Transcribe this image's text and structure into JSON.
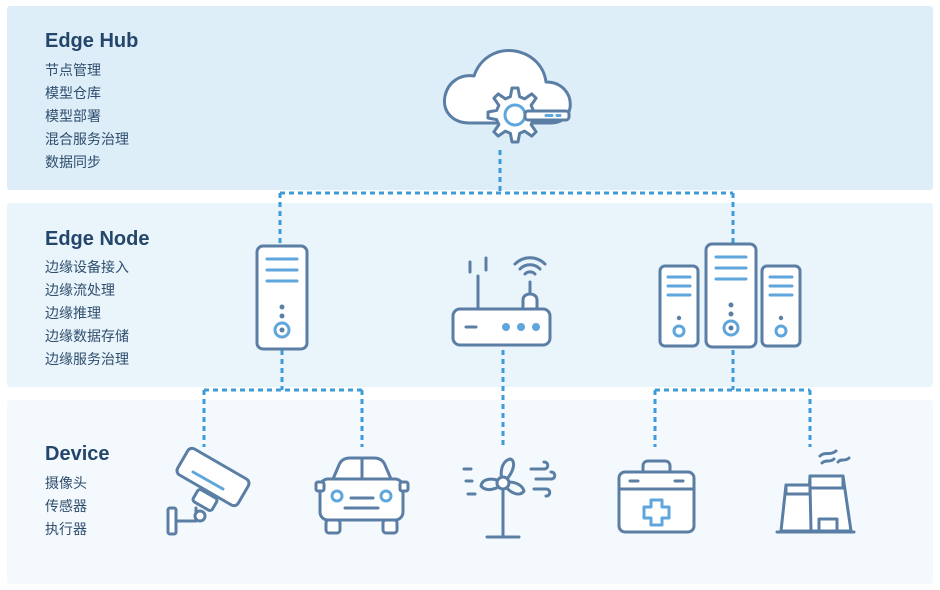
{
  "layers": {
    "hub": {
      "title": "Edge Hub",
      "items": [
        "节点管理",
        "模型仓库",
        "模型部署",
        "混合服务治理",
        "数据同步"
      ]
    },
    "node": {
      "title": "Edge Node",
      "items": [
        "边缘设备接入",
        "边缘流处理",
        "边缘推理",
        "边缘数据存储",
        "边缘服务治理"
      ]
    },
    "device": {
      "title": "Device",
      "items": [
        "摄像头",
        "传感器",
        "执行器"
      ]
    }
  },
  "icons": {
    "hub": "cloud-gear-icon",
    "nodes": [
      "server-tower-icon",
      "wifi-router-icon",
      "server-cluster-icon"
    ],
    "devices": [
      "security-camera-icon",
      "car-icon",
      "fan-icon",
      "first-aid-kit-icon",
      "factory-icon"
    ]
  },
  "colors": {
    "hub_band": "#ddeef8",
    "node_band": "#e9f4fb",
    "device_band": "#f3f9fd",
    "title_text": "#24466a",
    "icon_stroke": "#5b7ea5",
    "accent": "#5ea6dc",
    "connector": "#3c9bd9"
  }
}
